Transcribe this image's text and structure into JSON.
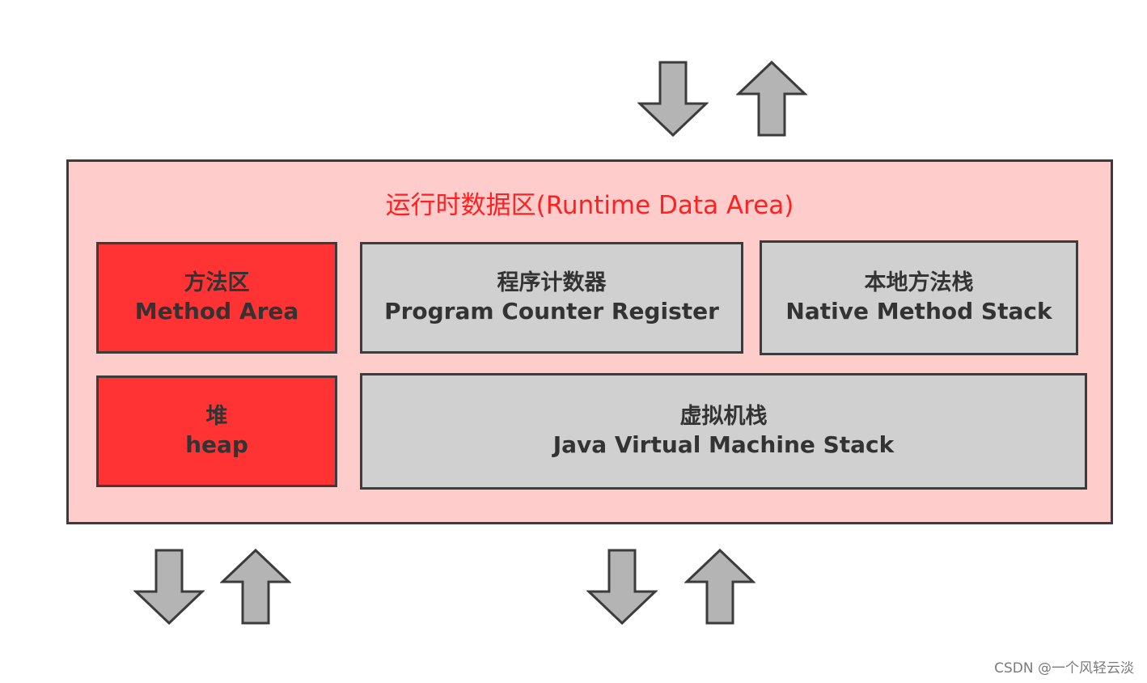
{
  "runtime_area": {
    "title": "运行时数据区(Runtime Data Area)"
  },
  "blocks": {
    "method_area": {
      "zh": "方法区",
      "en": "Method Area"
    },
    "program_counter": {
      "zh": "程序计数器",
      "en": "Program Counter Register"
    },
    "native_method_stack": {
      "zh": "本地方法栈",
      "en": "Native Method Stack"
    },
    "heap": {
      "zh": "堆",
      "en": "heap"
    },
    "jvm_stack": {
      "zh": "虚拟机栈",
      "en": "Java Virtual Machine Stack"
    }
  },
  "colors": {
    "runtime_area_bg": "#ffcccc",
    "title_text": "#ff2020",
    "red_block": "#ff3333",
    "gray_block": "#d0d0d0",
    "arrow_fill": "#b4b4b4",
    "border": "#3c3c3c"
  },
  "arrows": [
    "down-arrow-icon",
    "up-arrow-icon"
  ],
  "watermark": "CSDN @一个风轻云淡"
}
